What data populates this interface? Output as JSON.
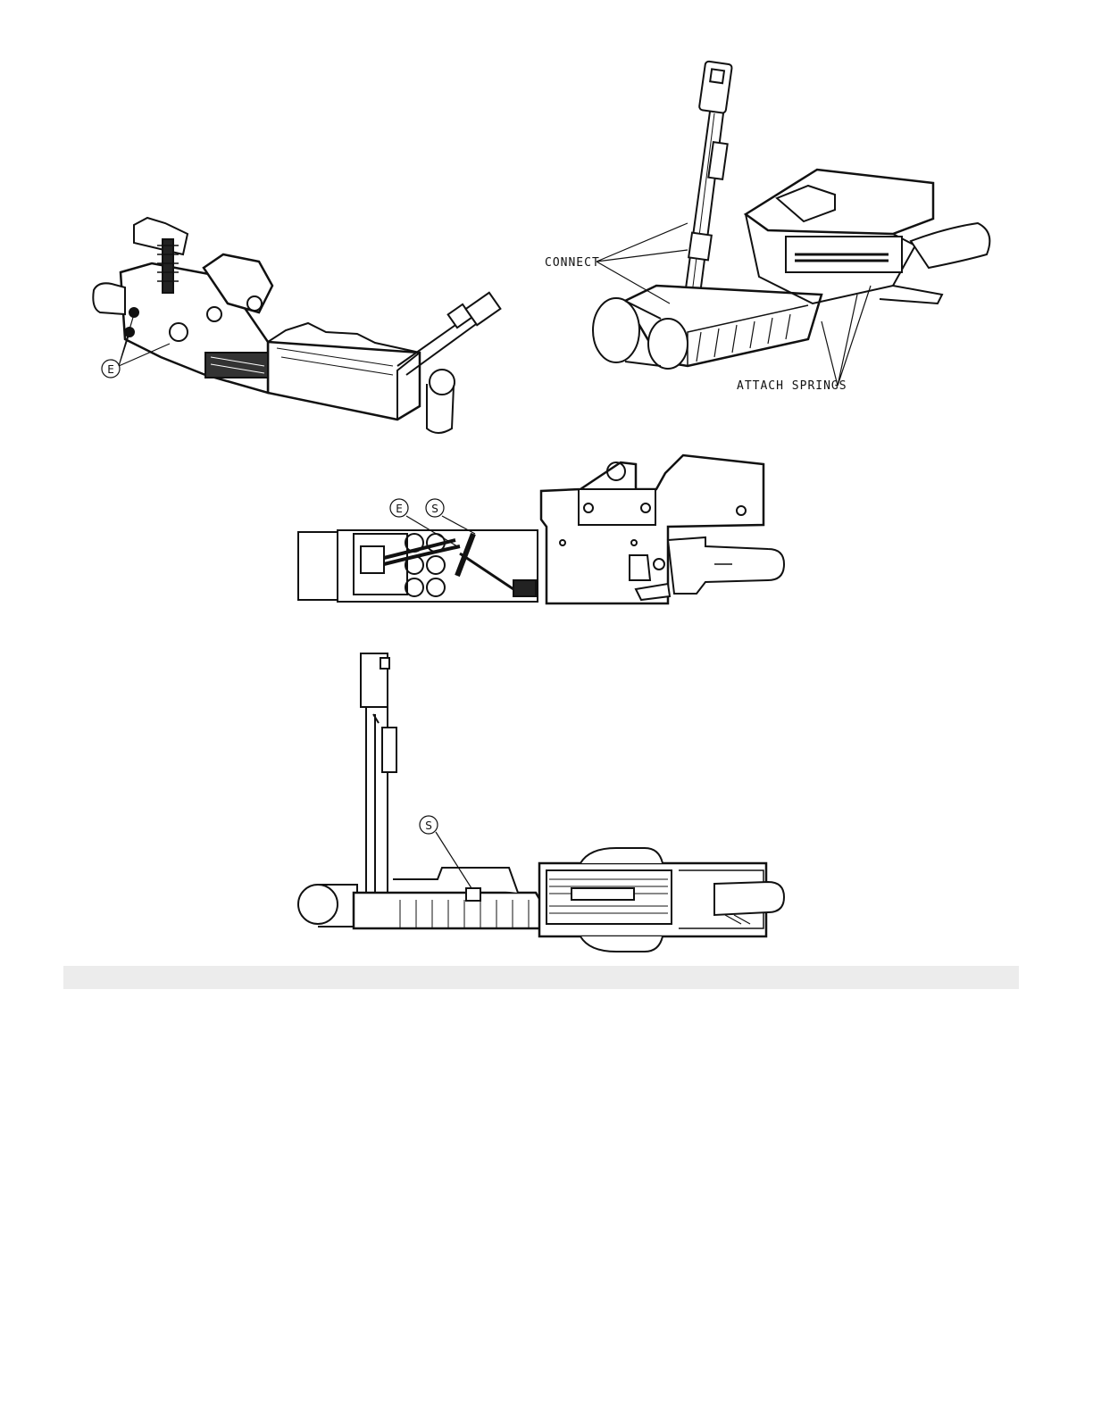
{
  "callouts": {
    "connect": "CONNECT",
    "attach_springs": "ATTACH SPRINGS",
    "marker_e": "E",
    "marker_s": "S"
  },
  "colors": {
    "line": "#111111",
    "footer_bar": "#ececec"
  }
}
